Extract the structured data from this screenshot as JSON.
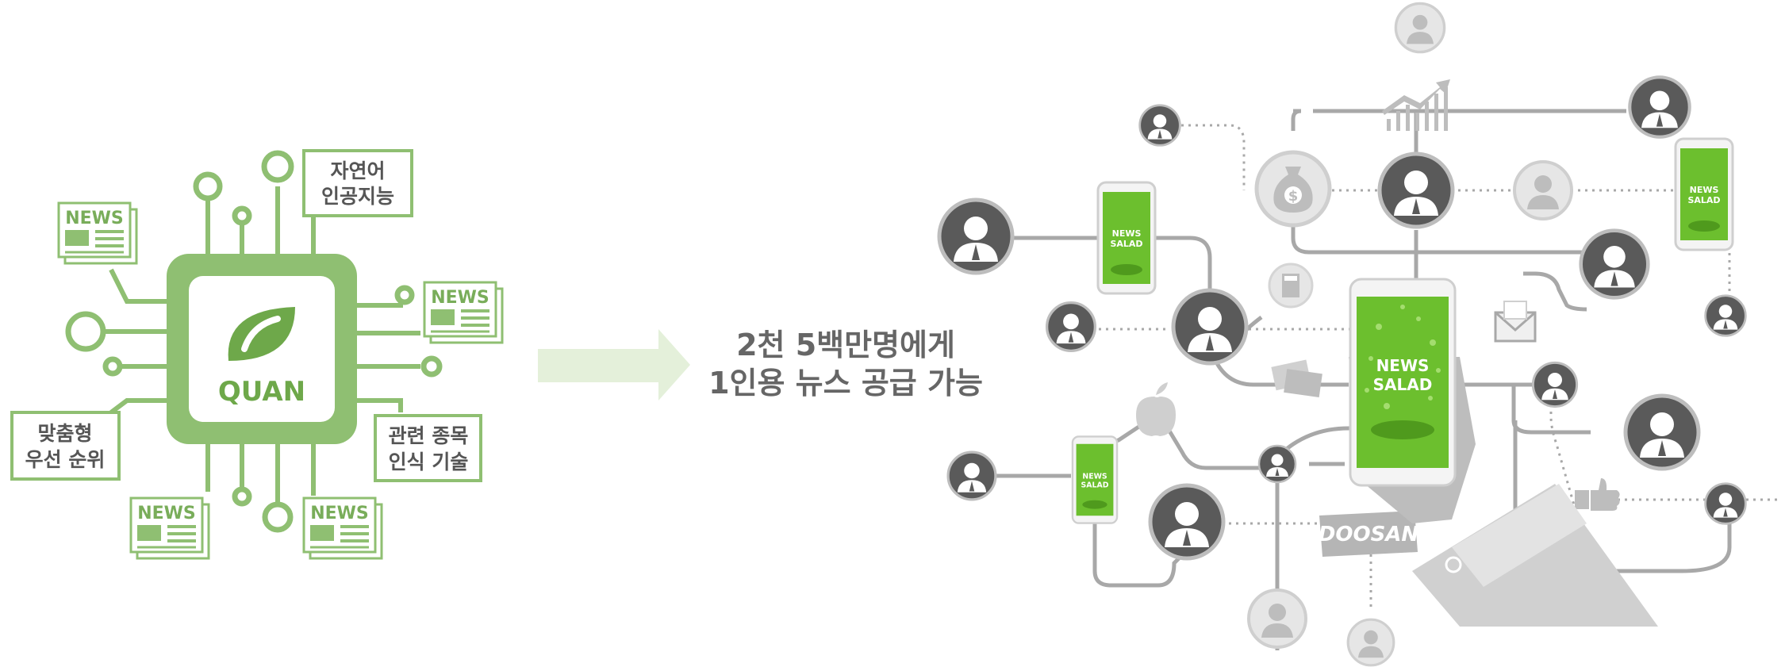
{
  "chip": {
    "label": "QUAN"
  },
  "newspaper": {
    "label": "NEWS"
  },
  "boxes": {
    "top_right": [
      "자연어",
      "인공지능"
    ],
    "bottom_left": [
      "맞춤형",
      "우선 순위"
    ],
    "bottom_right": [
      "관련 종목",
      "인식 기술"
    ]
  },
  "headline": [
    "2천 5백만명에게",
    "1인용 뉴스 공급 가능"
  ],
  "phone": {
    "brand_top": "NEWS",
    "brand_bottom": "SALAD"
  },
  "sign": {
    "label": "DOOSAN"
  },
  "money_bag": {
    "symbol": "$"
  },
  "colors": {
    "green_dark": "#7fb25e",
    "green_light": "#e4f0da",
    "phone_green": "#6cbf2e",
    "gray": "#999999",
    "person_dark": "#5a5a5a"
  }
}
